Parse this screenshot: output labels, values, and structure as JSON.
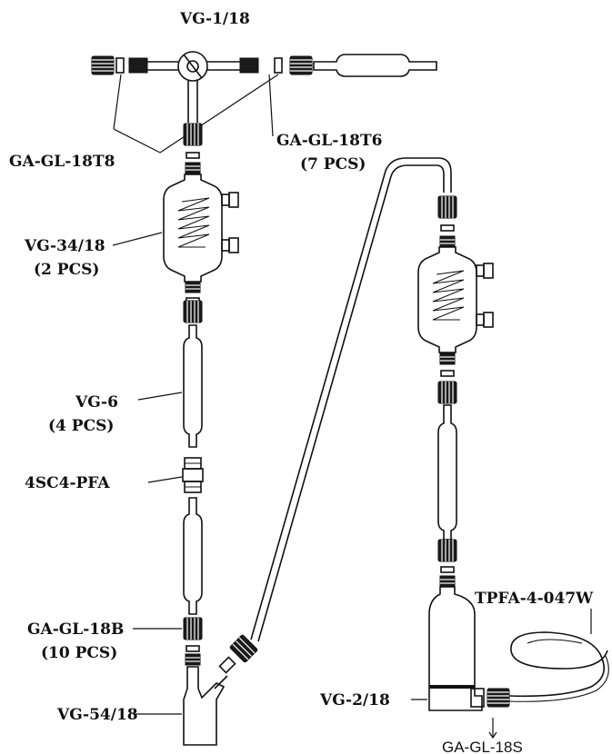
{
  "labels": {
    "vg_1_18": "VG-1/18",
    "ga_gl_18t8": "GA-GL-18T8",
    "ga_gl_18t6": "GA-GL-18T6",
    "ga_gl_18t6_qty": "(7 PCS)",
    "vg_34_18": "VG-34/18",
    "vg_34_18_qty": "(2 PCS)",
    "vg_6": "VG-6",
    "vg_6_qty": "(4 PCS)",
    "sc4_pfa": "4SC4-PFA",
    "ga_gl_18b": "GA-GL-18B",
    "ga_gl_18b_qty": "(10 PCS)",
    "vg_54_18": "VG-54/18",
    "vg_2_18": "VG-2/18",
    "tpfa": "TPFA-4-047W",
    "ga_gl_18s": "GA-GL-18S"
  }
}
